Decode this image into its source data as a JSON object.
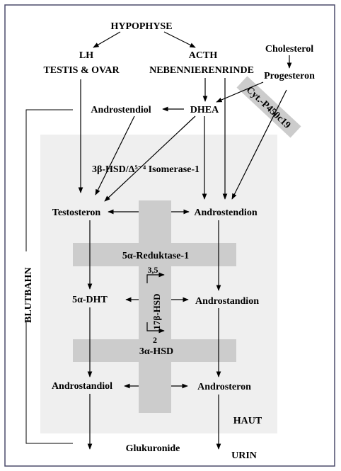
{
  "labels": {
    "hypophyse": "HYPOPHYSE",
    "lh": "LH",
    "testis_ovar": "TESTIS & OVAR",
    "acth": "ACTH",
    "nebenniere": "NEBENNIERENRINDE",
    "cholesterol": "Cholesterol",
    "progesteron": "Progesteron",
    "cyt": "Cyt.-P450c19",
    "androstendiol": "Androstendiol",
    "dhea": "DHEA",
    "hsd_isomerase": "3β-HSD/Δ⁵⁻⁴ Isomerase-1",
    "testosteron": "Testosteron",
    "androstendion": "Androstendion",
    "reduktase": "5α-Reduktase-1",
    "num35": "3,5",
    "hsd17": "17β-HSD",
    "num2": "2",
    "dht": "5α-DHT",
    "androstandion": "Androstandion",
    "hsd3a": "3α-HSD",
    "androstandiol": "Androstandiol",
    "androsteron": "Androsteron",
    "blutbahn": "BLUTBAHN",
    "haut": "HAUT",
    "glukuronide": "Glukuronide",
    "urin": "URIN"
  },
  "colors": {
    "frame_border": "#4a4a6a",
    "haut_region": "#efefef",
    "enzyme_band": "#cccccc",
    "text": "#000000"
  }
}
